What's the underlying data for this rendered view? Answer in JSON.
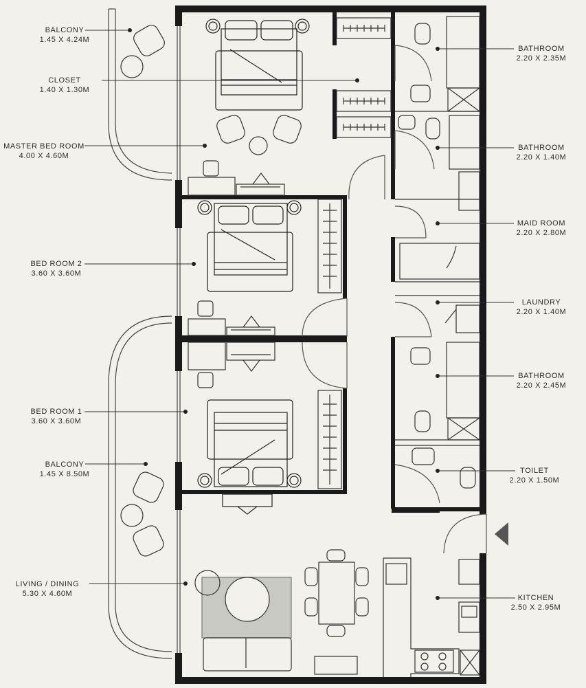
{
  "rooms_left": [
    {
      "name": "BALCONY",
      "dims": "1.45 X 4.24M"
    },
    {
      "name": "CLOSET",
      "dims": "1.40 X 1.30M"
    },
    {
      "name": "MASTER BED ROOM",
      "dims": "4.00 X 4.60M"
    },
    {
      "name": "BED ROOM 2",
      "dims": "3.60 X 3.60M"
    },
    {
      "name": "BED ROOM 1",
      "dims": "3.60 X 3.60M"
    },
    {
      "name": "BALCONY",
      "dims": "1.45 X 8.50M"
    },
    {
      "name": "LIVING / DINING",
      "dims": "5.30 X 4.60M"
    }
  ],
  "rooms_right": [
    {
      "name": "BATHROOM",
      "dims": "2.20 X 2.35M"
    },
    {
      "name": "BATHROOM",
      "dims": "2.20 X 1.40M"
    },
    {
      "name": "MAID ROOM",
      "dims": "2.20 X 2.80M"
    },
    {
      "name": "LAUNDRY",
      "dims": "2.20 X 1.40M"
    },
    {
      "name": "BATHROOM",
      "dims": "2.20 X 2.45M"
    },
    {
      "name": "TOILET",
      "dims": "2.20 X 1.50M"
    },
    {
      "name": "KITCHEN",
      "dims": "2.50 X 2.95M"
    }
  ],
  "colors": {
    "background": "#f2f1ec",
    "wall": "#1a1a1a",
    "line": "#333333",
    "rug": "#c9c9c4"
  }
}
